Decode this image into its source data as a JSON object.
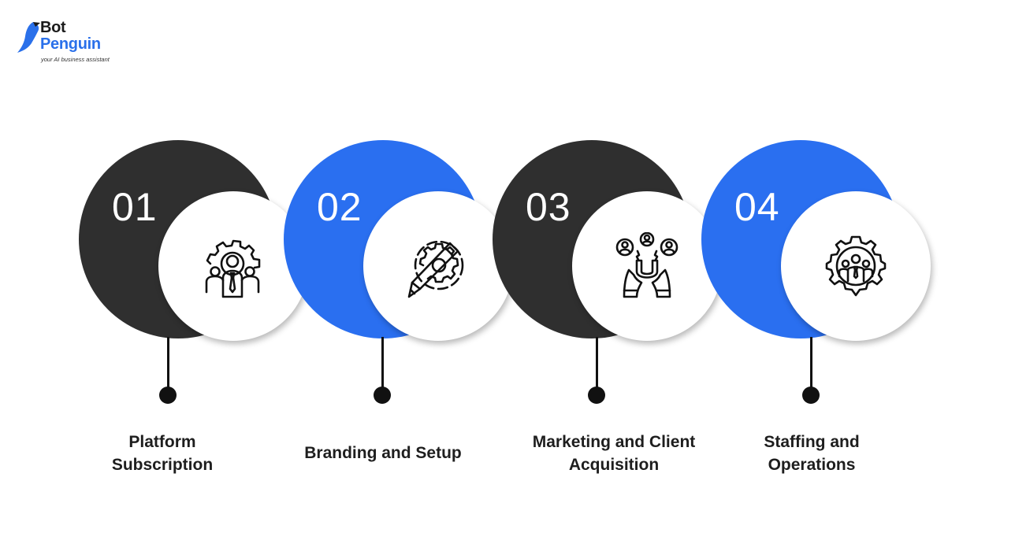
{
  "logo": {
    "brand_line1": "Bot",
    "brand_line2": "Penguin",
    "tagline": "your AI business assistant"
  },
  "steps": [
    {
      "number": "01",
      "label_line1": "Platform",
      "label_line2": "Subscription",
      "color": "#2f2f2f",
      "icon": "gear-team-icon"
    },
    {
      "number": "02",
      "label_line1": "Branding and Setup",
      "label_line2": "",
      "color": "#2a6ff0",
      "icon": "gear-pencil-icon"
    },
    {
      "number": "03",
      "label_line1": "Marketing and Client",
      "label_line2": "Acquisition",
      "color": "#2f2f2f",
      "icon": "magnet-people-icon"
    },
    {
      "number": "04",
      "label_line1": "Staffing and",
      "label_line2": "Operations",
      "color": "#2a6ff0",
      "icon": "gear-staff-icon"
    }
  ]
}
